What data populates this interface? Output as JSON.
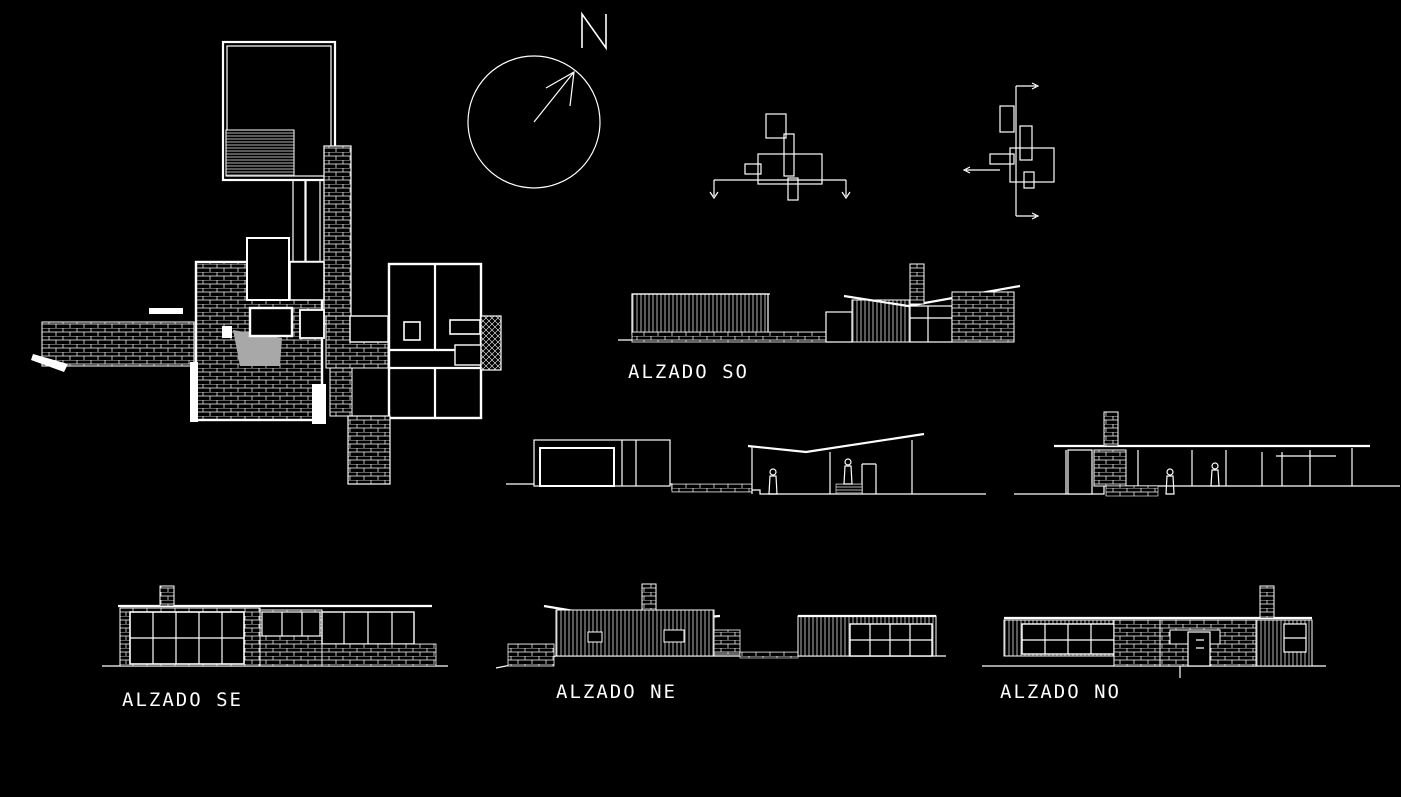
{
  "drawing": {
    "north_label": "N",
    "background": "#000000",
    "line_color": "#ffffff",
    "fill_gray": "#a8a8a8"
  },
  "labels": {
    "alzado_so": "ALZADO SO",
    "alzado_se": "ALZADO SE",
    "alzado_ne": "ALZADO NE",
    "alzado_no": "ALZADO NO"
  }
}
